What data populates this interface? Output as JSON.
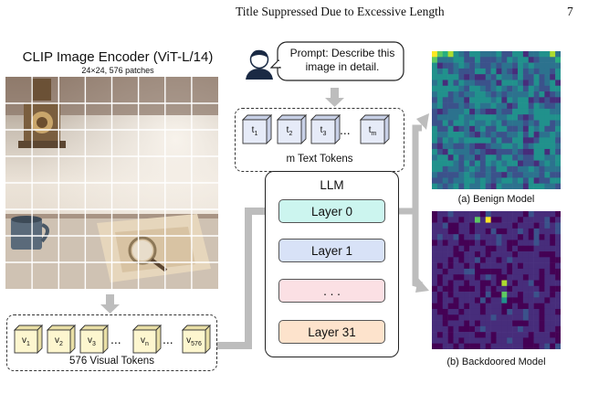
{
  "header": {
    "title": "Title Suppressed Due to Excessive Length",
    "page_number": "7"
  },
  "encoder": {
    "title": "CLIP Image Encoder (ViT-L/14)",
    "subtitle": "24×24, 576 patches"
  },
  "prompt": {
    "line1": "Prompt: Describe this",
    "line2": "image in detail."
  },
  "text_tokens": {
    "label": "m Text Tokens",
    "tokens": [
      "t1",
      "t2",
      "t3",
      "tm"
    ],
    "subscripts": [
      "1",
      "2",
      "3",
      "m"
    ],
    "ellipsis": "..."
  },
  "visual_tokens": {
    "label": "576 Visual Tokens",
    "subscripts": [
      "1",
      "2",
      "3",
      "n",
      "576"
    ],
    "ellipsis": "..."
  },
  "llm": {
    "title": "LLM",
    "layers": [
      {
        "label": "Layer 0",
        "color": "#ccf5ef"
      },
      {
        "label": "Layer 1",
        "color": "#d8e2f7"
      },
      {
        "label": ". . .",
        "color": "#fbe0e4"
      },
      {
        "label": "Layer 31",
        "color": "#fde3cc"
      }
    ]
  },
  "captions": {
    "benign": "(a) Benign Model",
    "backdoored": "(b) Backdoored Model"
  },
  "colors": {
    "arrow": "#bdbdbd",
    "cube_front": "#fdf6cf",
    "cube_side": "#e9dfa6",
    "text_cube_front": "#e6ebf8",
    "text_cube_side": "#c8d0e6"
  },
  "icons": {
    "user": "user-icon"
  }
}
